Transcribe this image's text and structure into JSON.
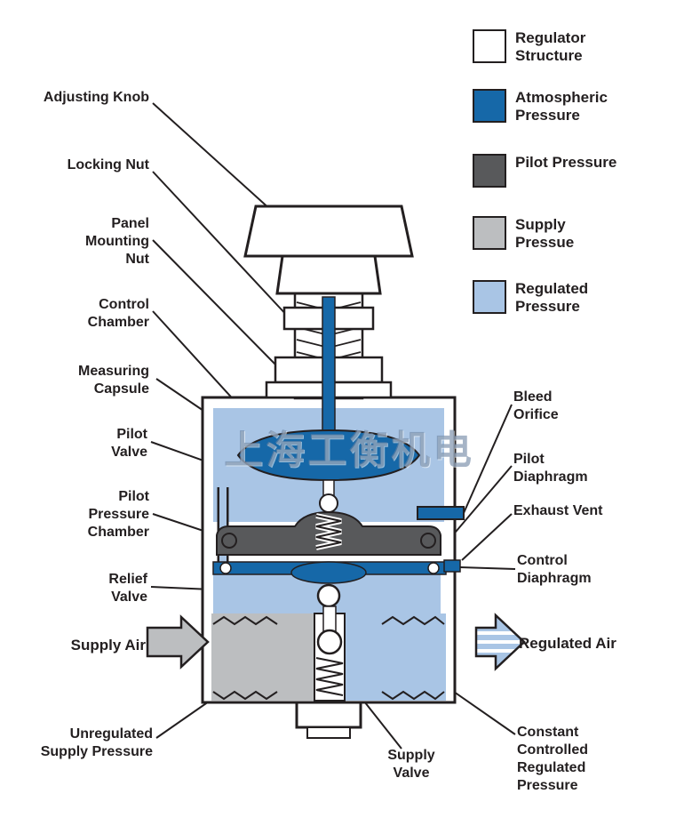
{
  "colors": {
    "structure": "#ffffff",
    "atmospheric": "#1668a8",
    "pilot": "#58595b",
    "supply": "#bcbec0",
    "regulated": "#a9c5e5",
    "line": "#231f20"
  },
  "legend": {
    "items": [
      {
        "label": "Regulator Structure",
        "color": "#ffffff"
      },
      {
        "label": "Atmospheric Pressure",
        "color": "#1668a8"
      },
      {
        "label": "Pilot Pressure",
        "color": "#58595b"
      },
      {
        "label": "Supply Pressue",
        "color": "#bcbec0"
      },
      {
        "label": "Regulated Pressure",
        "color": "#a9c5e5"
      }
    ]
  },
  "labels": {
    "adjusting_knob": "Adjusting Knob",
    "locking_nut": "Locking Nut",
    "panel_mounting_nut": "Panel Mounting Nut",
    "control_chamber": "Control Chamber",
    "measuring_capsule": "Measuring Capsule",
    "pilot_valve": "Pilot Valve",
    "pilot_pressure_chamber": "Pilot Pressure Chamber",
    "relief_valve": "Relief Valve",
    "supply_air": "Supply Air",
    "unregulated_supply_pressure": "Unregulated Supply Pressure",
    "supply_valve": "Supply Valve",
    "bleed_orifice": "Bleed Orifice",
    "pilot_diaphragm": "Pilot Diaphragm",
    "exhaust_vent": "Exhaust Vent",
    "control_diaphragm": "Control Diaphragm",
    "regulated_air": "Regulated Air",
    "constant_controlled_regulated_pressure": "Constant Controlled Regulated Pressure"
  },
  "watermark": "上海工衡机电"
}
